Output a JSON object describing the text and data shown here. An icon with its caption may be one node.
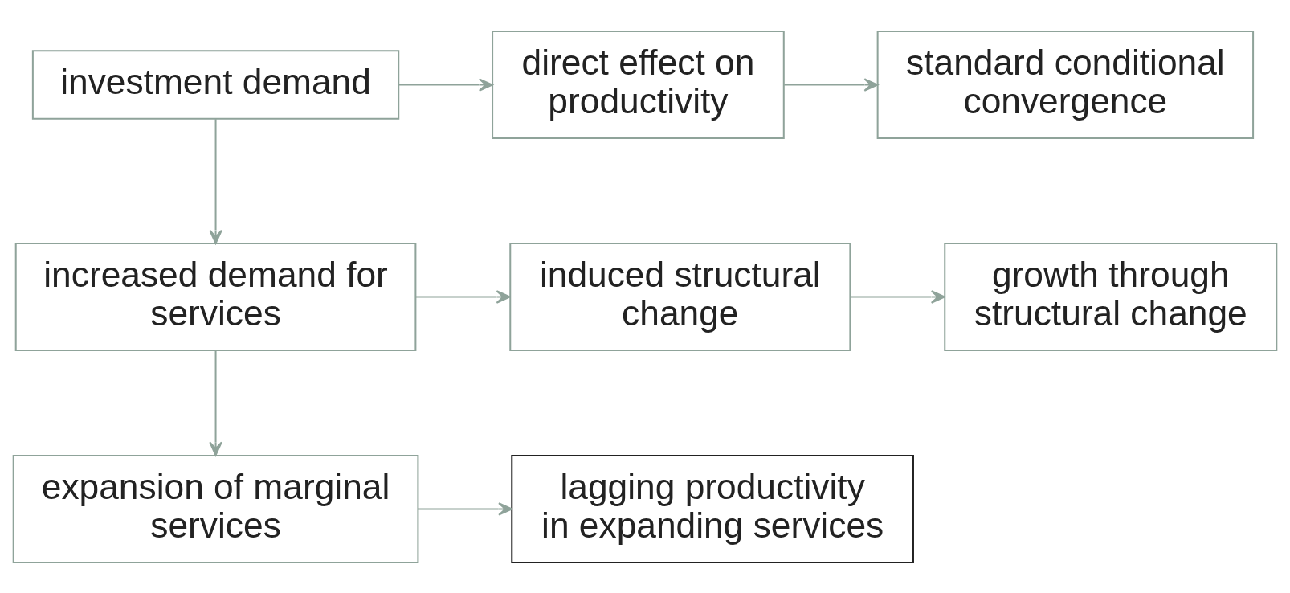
{
  "diagram": {
    "nodes": [
      {
        "text": [
          "investment demand"
        ]
      },
      {
        "text": [
          "direct effect on productivity"
        ]
      },
      {
        "text": [
          "standard conditional convergence"
        ]
      },
      {
        "text": [
          "increased demand for services"
        ]
      },
      {
        "text": [
          "induced structural change"
        ]
      },
      {
        "text": [
          "growth through structural change"
        ]
      },
      {
        "text": [
          "expansion of marginal services"
        ]
      },
      {
        "text": [
          "lagging productivity in expanding services"
        ]
      }
    ],
    "edges": [
      {
        "from": 0,
        "to": 1,
        "arrow": "to"
      },
      {
        "from": 1,
        "to": 2,
        "arrow": "to"
      },
      {
        "from": 0,
        "to": 3,
        "arrow": "to"
      },
      {
        "from": 3,
        "to": 4,
        "arrow": "to"
      },
      {
        "from": 4,
        "to": 5,
        "arrow": "to"
      },
      {
        "from": 3,
        "to": 6,
        "arrow": "to"
      },
      {
        "from": 6,
        "to": 7,
        "arrow": "to"
      }
    ]
  }
}
